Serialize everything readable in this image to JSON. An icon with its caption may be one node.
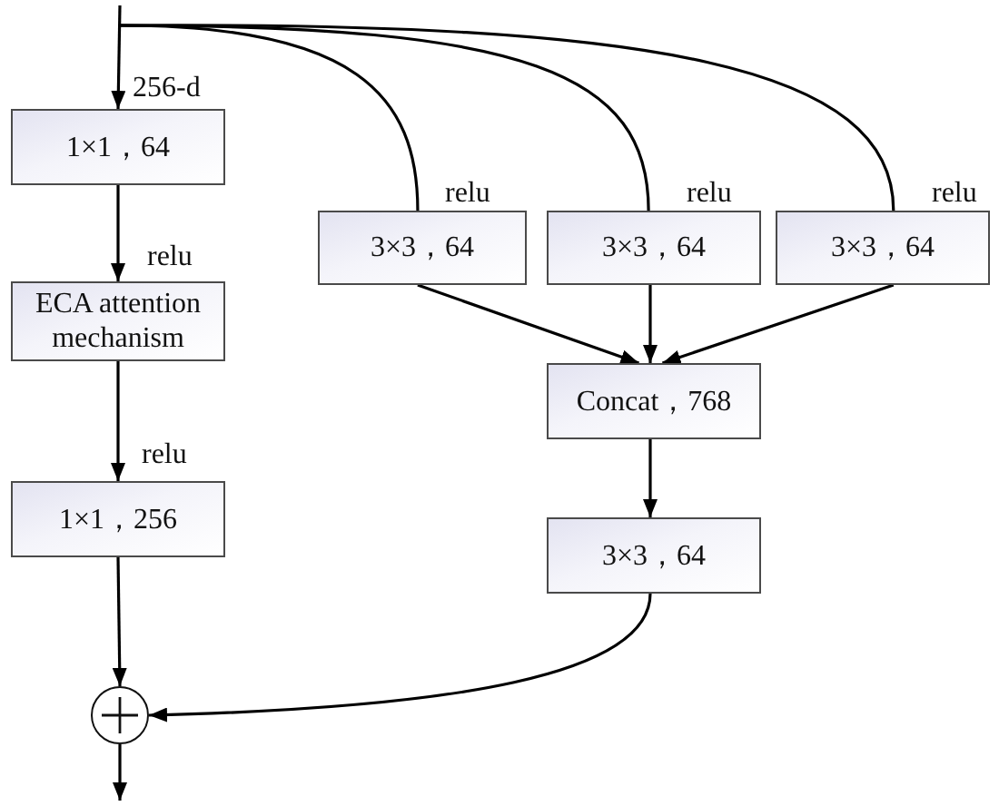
{
  "diagram": {
    "nodes": [
      {
        "text": [
          "1×1，64"
        ]
      },
      {
        "text": [
          "ECA attention mechanism"
        ]
      },
      {
        "text": [
          "1×1，256"
        ]
      },
      {
        "text": [
          "3×3，64"
        ]
      },
      {
        "text": [
          "3×3，64"
        ]
      },
      {
        "text": [
          "3×3，64"
        ]
      },
      {
        "text": [
          "Concat，768"
        ]
      },
      {
        "text": [
          "3×3，64"
        ]
      },
      {
        "text": [],
        "shape": "circle"
      }
    ],
    "edges": [
      {
        "from": null,
        "to": 0,
        "arrow": "to",
        "label": "256-d"
      },
      {
        "from": 0,
        "to": 1,
        "arrow": "to",
        "label": "relu"
      },
      {
        "from": 1,
        "to": 2,
        "arrow": "to",
        "label": "relu"
      },
      {
        "from": 2,
        "to": 8,
        "arrow": "to"
      },
      {
        "from": null,
        "to": 3,
        "arrow": "none",
        "label": "relu"
      },
      {
        "from": null,
        "to": 4,
        "arrow": "none",
        "label": "relu"
      },
      {
        "from": null,
        "to": 5,
        "arrow": "none",
        "label": "relu"
      },
      {
        "from": 3,
        "to": 6,
        "arrow": "to"
      },
      {
        "from": 4,
        "to": 6,
        "arrow": "to"
      },
      {
        "from": 5,
        "to": 6,
        "arrow": "to"
      },
      {
        "from": 6,
        "to": 7,
        "arrow": "to"
      },
      {
        "from": 7,
        "to": 8,
        "arrow": "to"
      },
      {
        "from": 8,
        "to": null,
        "arrow": "to"
      }
    ]
  }
}
